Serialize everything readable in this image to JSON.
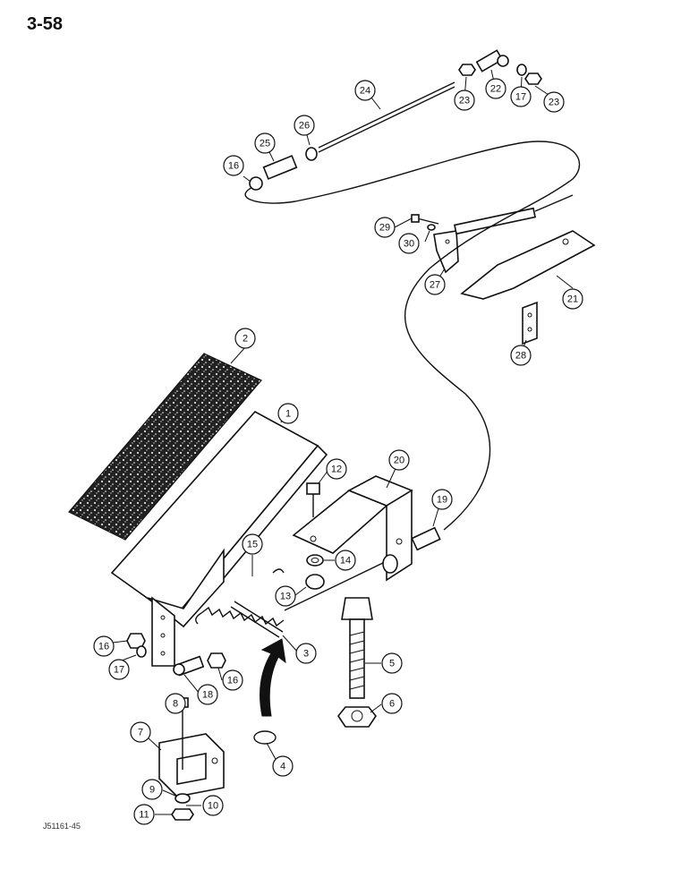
{
  "page": {
    "number": "3-58",
    "reference_code": "J51161-45"
  },
  "callouts": [
    {
      "id": "c1",
      "label": "1"
    },
    {
      "id": "c2",
      "label": "2"
    },
    {
      "id": "c3",
      "label": "3"
    },
    {
      "id": "c4",
      "label": "4"
    },
    {
      "id": "c5",
      "label": "5"
    },
    {
      "id": "c6",
      "label": "6"
    },
    {
      "id": "c7",
      "label": "7"
    },
    {
      "id": "c8",
      "label": "8"
    },
    {
      "id": "c9",
      "label": "9"
    },
    {
      "id": "c10",
      "label": "10"
    },
    {
      "id": "c11",
      "label": "11"
    },
    {
      "id": "c12",
      "label": "12"
    },
    {
      "id": "c13",
      "label": "13"
    },
    {
      "id": "c14",
      "label": "14"
    },
    {
      "id": "c15",
      "label": "15"
    },
    {
      "id": "c16a",
      "label": "16"
    },
    {
      "id": "c16b",
      "label": "16"
    },
    {
      "id": "c16c",
      "label": "16"
    },
    {
      "id": "c17a",
      "label": "17"
    },
    {
      "id": "c17b",
      "label": "17"
    },
    {
      "id": "c18",
      "label": "18"
    },
    {
      "id": "c19",
      "label": "19"
    },
    {
      "id": "c20",
      "label": "20"
    },
    {
      "id": "c21",
      "label": "21"
    },
    {
      "id": "c22",
      "label": "22"
    },
    {
      "id": "c23a",
      "label": "23"
    },
    {
      "id": "c23b",
      "label": "23"
    },
    {
      "id": "c24",
      "label": "24"
    },
    {
      "id": "c25",
      "label": "25"
    },
    {
      "id": "c26",
      "label": "26"
    },
    {
      "id": "c27",
      "label": "27"
    },
    {
      "id": "c28",
      "label": "28"
    },
    {
      "id": "c29",
      "label": "29"
    },
    {
      "id": "c30",
      "label": "30"
    }
  ]
}
